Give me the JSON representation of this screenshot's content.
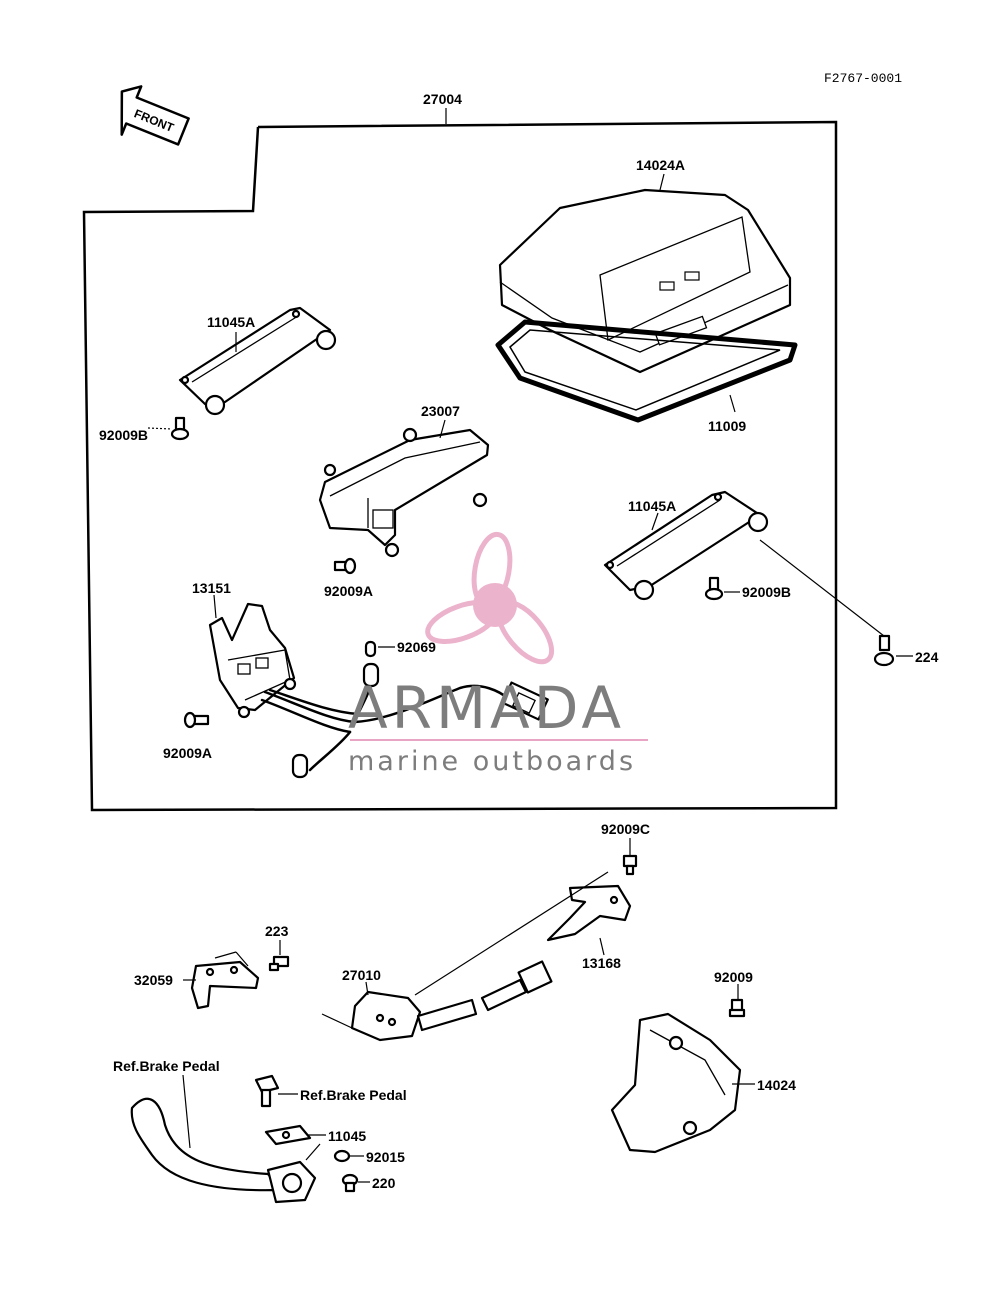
{
  "diagram": {
    "code": "F2767-0001",
    "front_label": "FRONT",
    "labels": {
      "p27004": "27004",
      "p14024A": "14024A",
      "p11045A_left": "11045A",
      "p92009B_left": "92009B",
      "p23007": "23007",
      "p11009": "11009",
      "p11045A_right": "11045A",
      "p92009B_right": "92009B",
      "p224": "224",
      "p92009A_mid": "92009A",
      "p13151": "13151",
      "p92069": "92069",
      "p92009A_low": "92009A",
      "p92009C": "92009C",
      "p13168": "13168",
      "p223": "223",
      "p32059": "32059",
      "p27010": "27010",
      "p92009": "92009",
      "p14024": "14024",
      "ref_brake_pedal_1": "Ref.Brake Pedal",
      "ref_brake_pedal_2": "Ref.Brake Pedal",
      "p11045": "11045",
      "p92015": "92015",
      "p220": "220"
    }
  },
  "watermark": {
    "brand": "ARMADA",
    "tagline": "marine outboards",
    "color": "#e8a6c4"
  }
}
